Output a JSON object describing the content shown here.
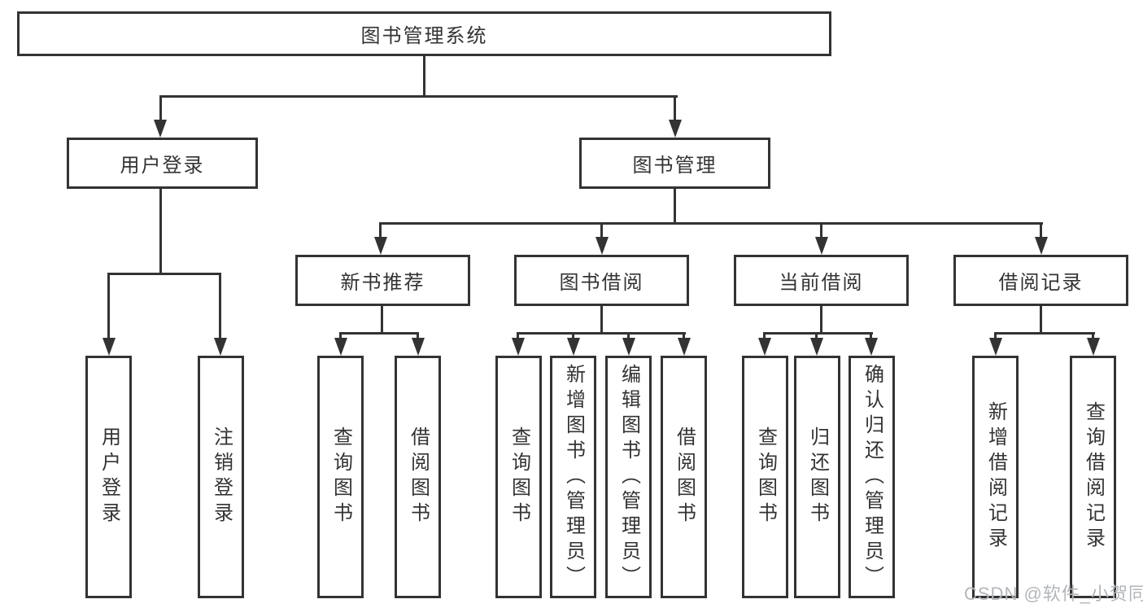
{
  "diagram": {
    "root": {
      "label": "图书管理系统"
    },
    "level1": [
      {
        "label": "用户登录"
      },
      {
        "label": "图书管理"
      }
    ],
    "level2": [
      {
        "label": "新书推荐"
      },
      {
        "label": "图书借阅"
      },
      {
        "label": "当前借阅"
      },
      {
        "label": "借阅记录"
      }
    ],
    "leaves": {
      "user_login": [
        {
          "label": "用户登录"
        },
        {
          "label": "注销登录"
        }
      ],
      "new_books": [
        {
          "label": "查询图书"
        },
        {
          "label": "借阅图书"
        }
      ],
      "book_borrow": [
        {
          "label": "查询图书"
        },
        {
          "label": "新增图书（管理员）"
        },
        {
          "label": "编辑图书（管理员）"
        },
        {
          "label": "借阅图书"
        }
      ],
      "current_borrow": [
        {
          "label": "查询图书"
        },
        {
          "label": "归还图书"
        },
        {
          "label": "确认归还（管理员）"
        }
      ],
      "borrow_records": [
        {
          "label": "新增借阅记录"
        },
        {
          "label": "查询借阅记录"
        }
      ]
    },
    "watermark": "CSDN @软件_小贺同学",
    "colors": {
      "line": "#333333",
      "text": "#333333",
      "watermark": "#b3b6ba",
      "background": "#ffffff"
    }
  }
}
